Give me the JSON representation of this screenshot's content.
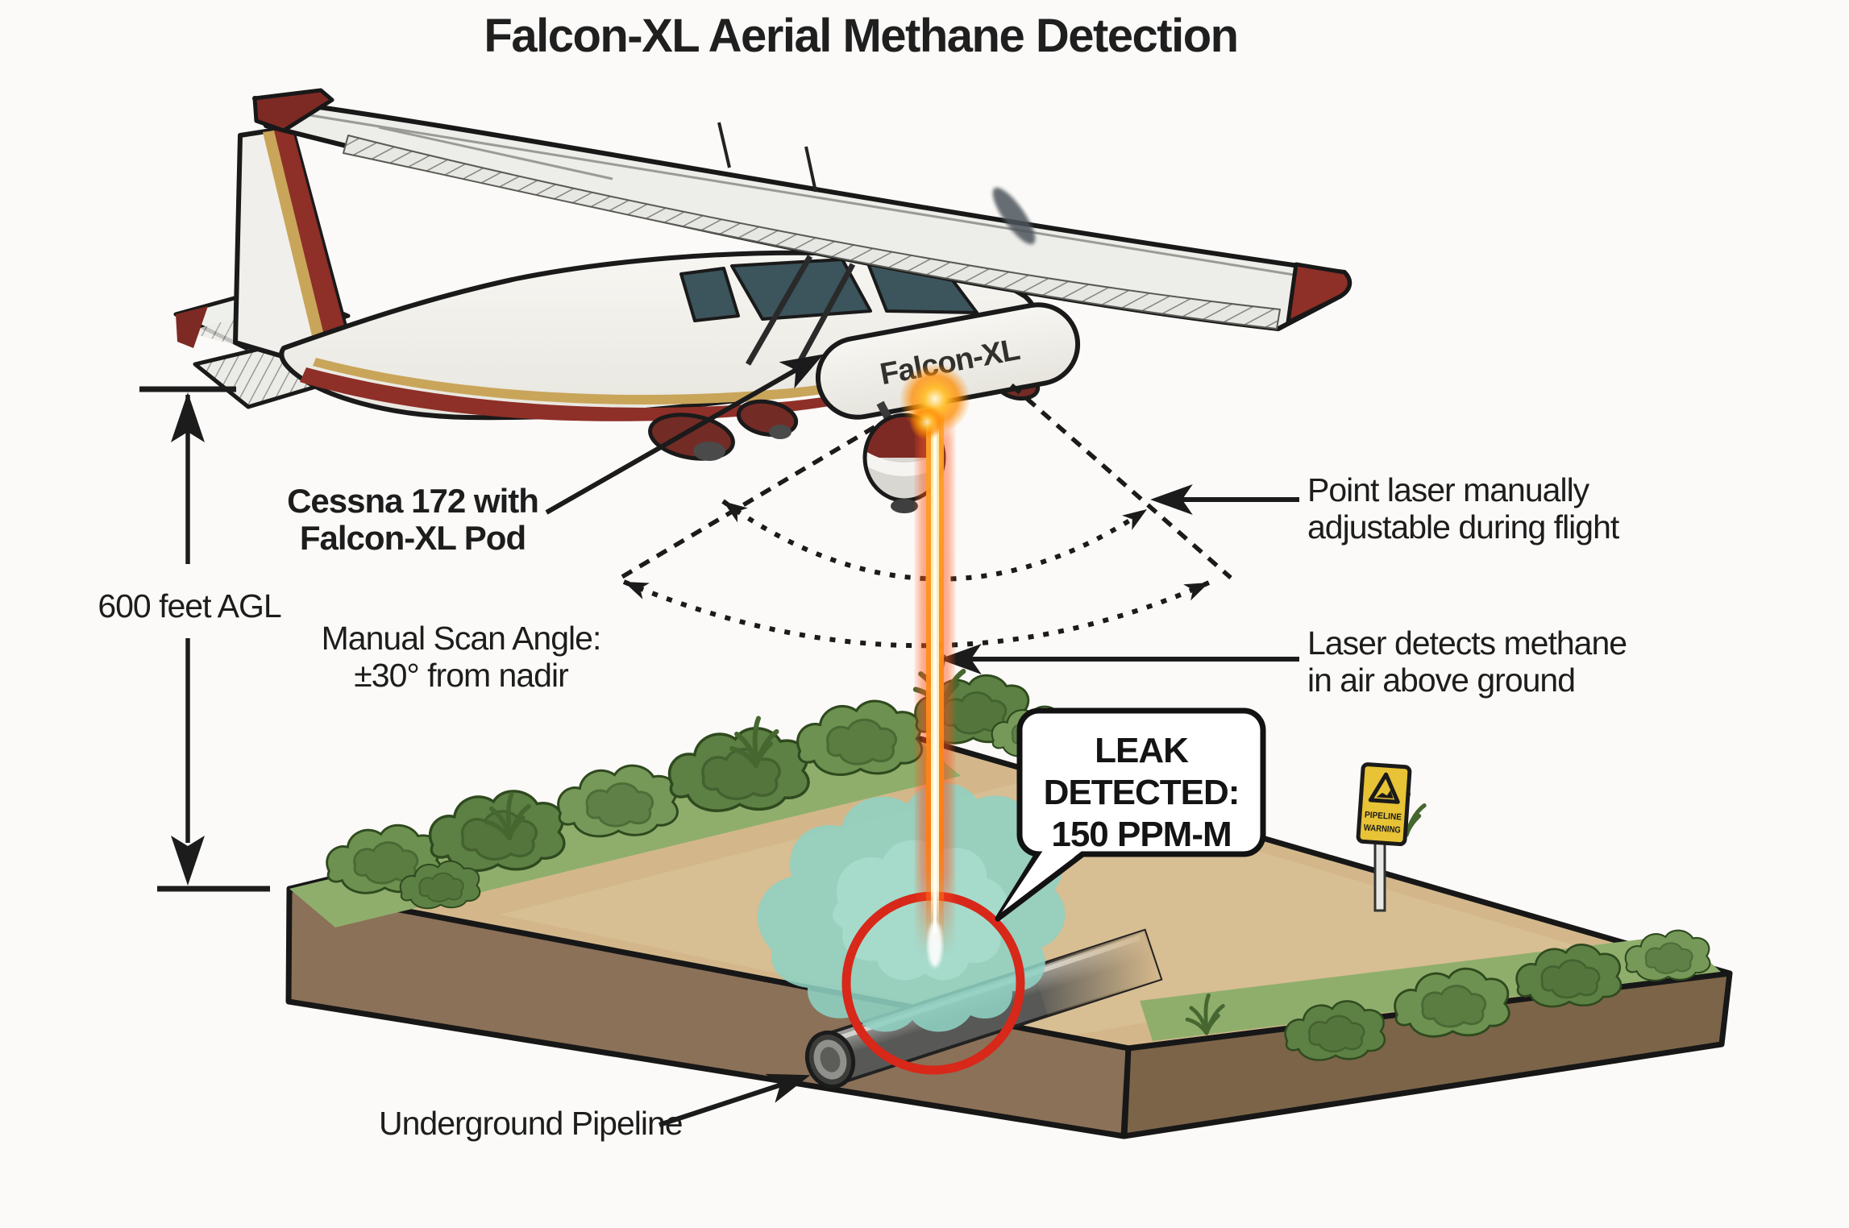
{
  "title": "Falcon-XL Aerial Methane Detection",
  "aircraft": {
    "pod_label": "Falcon-XL"
  },
  "annotations": {
    "altitude": "600 feet AGL",
    "aircraft_label": {
      "line1": "Cessna 172 with",
      "line2": "Falcon-XL Pod"
    },
    "scan_angle": {
      "line1": "Manual Scan Angle:",
      "line2": "±30° from nadir"
    },
    "point_laser": {
      "line1": "Point laser manually",
      "line2": "adjustable during flight"
    },
    "laser_detects": {
      "line1": "Laser detects methane",
      "line2": "in air above ground"
    },
    "pipeline": "Underground Pipeline"
  },
  "callout": {
    "line1": "LEAK",
    "line2": "DETECTED:",
    "line3": "150 PPM-M"
  },
  "warning_sign": {
    "line1": "PIPELINE",
    "line2": "WARNING"
  },
  "colors": {
    "laser_orange": "#ff7c12",
    "laser_core": "#fff3cf",
    "leak_circle_red": "#d7281a",
    "methane_plume_teal": "#8ed1c3",
    "grass_green": "#8fae6c",
    "bush_green": "#5d8044",
    "soil_top_tan": "#d3b78b",
    "soil_front_brown": "#8b7158",
    "soil_side_brown": "#7c6449",
    "sign_yellow": "#e7c335",
    "aircraft_red": "#8e2f28",
    "aircraft_gold": "#c9a55a",
    "outline_black": "#1b1b1b"
  }
}
